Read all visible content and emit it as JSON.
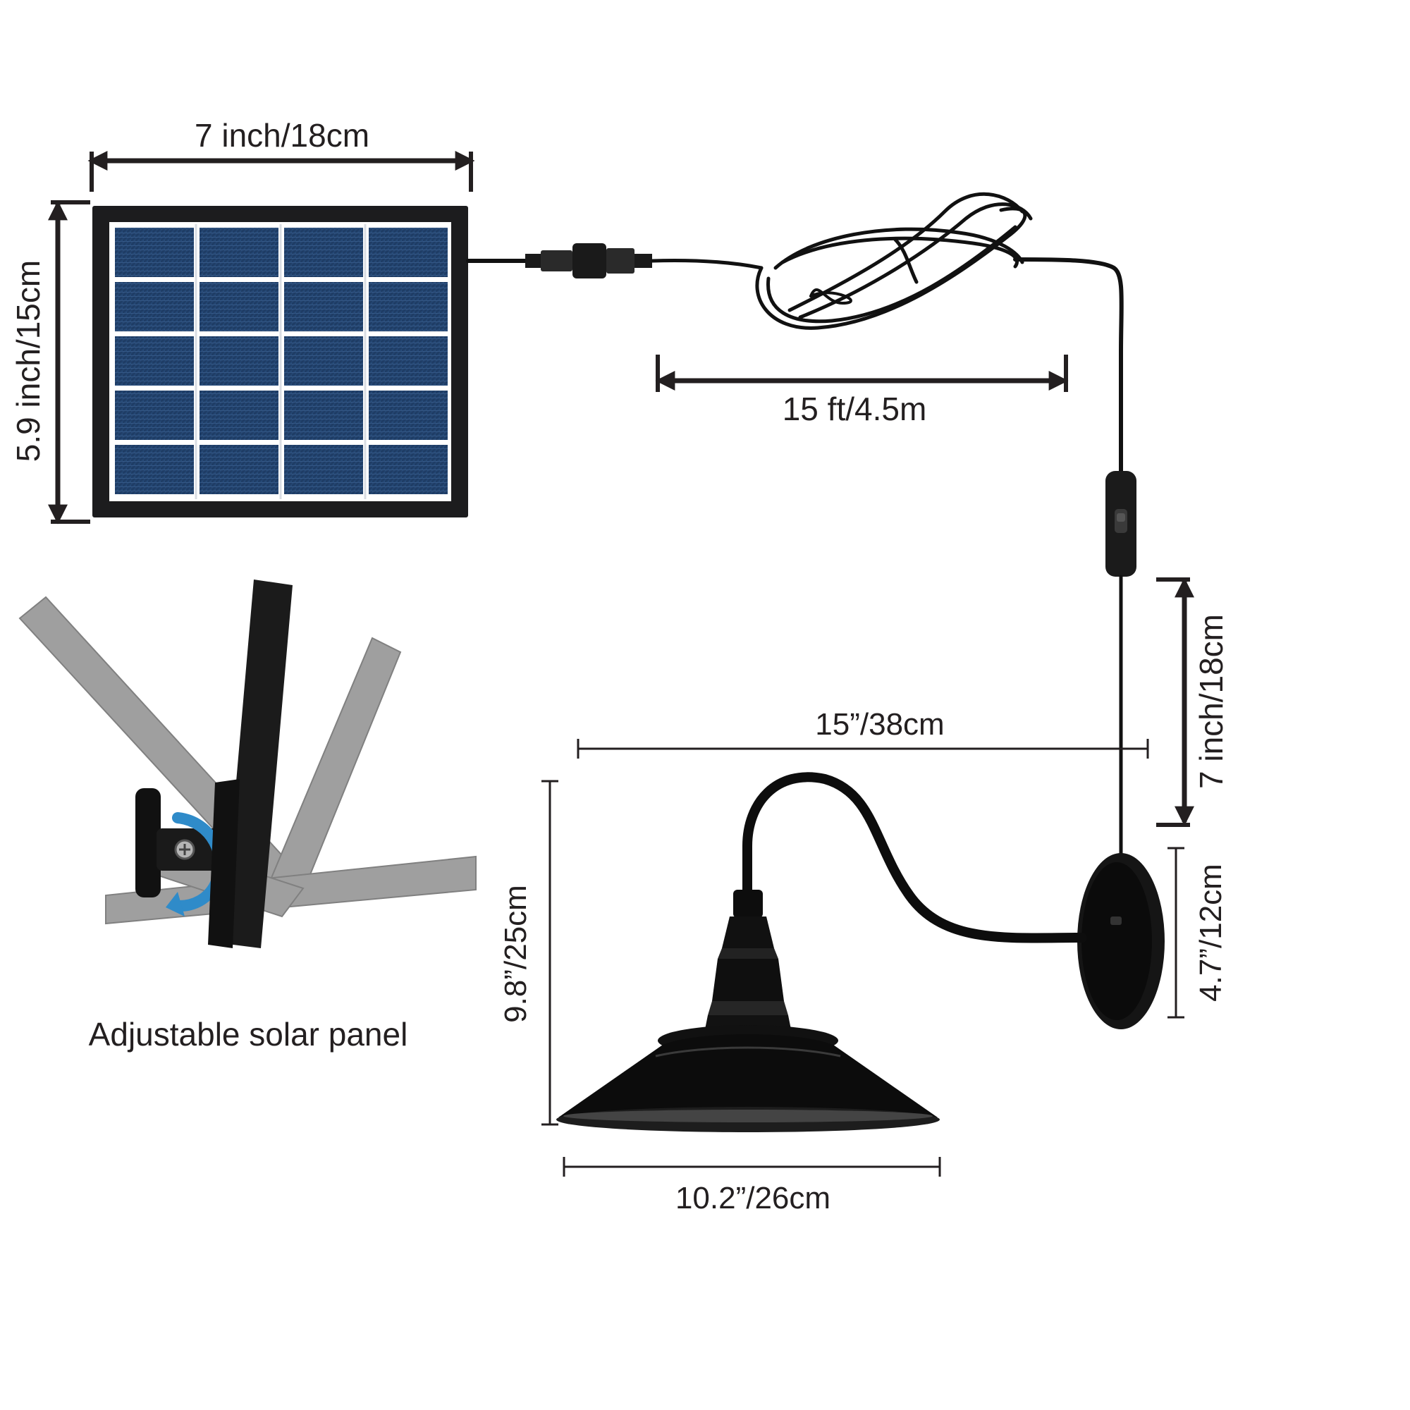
{
  "dimensions": {
    "panel_width": "7 inch/18cm",
    "panel_height": "5.9 inch/15cm",
    "cable_length": "15 ft/4.5m",
    "switch_distance": "7 inch/18cm",
    "arm_length": "15”/38cm",
    "lamp_height": "9.8”/25cm",
    "base_height": "4.7”/12cm",
    "shade_width": "10.2”/26cm"
  },
  "captions": {
    "adjustable": "Adjustable solar panel"
  },
  "colors": {
    "dimension_line": "#231f20",
    "panel_frame": "#1c1c1e",
    "solar_cell": "#1f3f68",
    "cable": "#111111",
    "lamp": "#0c0c0c",
    "ghost_panel": "#9a9a9a",
    "rotate_arrow": "#2f8bc9"
  },
  "icons": {
    "rotate": "rotate-arrow-icon"
  }
}
